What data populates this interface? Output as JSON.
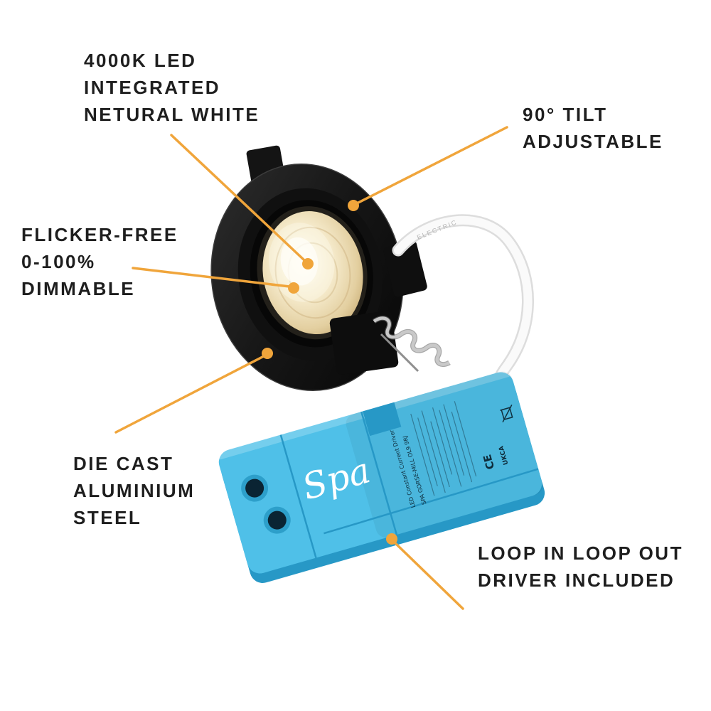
{
  "page": {
    "background": "#FFFFFF"
  },
  "colors": {
    "accent": "#F0A53B",
    "label_text": "#1E1E1E",
    "driver_blue": "#4FC0E8"
  },
  "callouts": [
    {
      "id": "led-cct",
      "lines": [
        "4000K LED",
        "INTEGRATED",
        "NETURAL WHITE"
      ]
    },
    {
      "id": "tilt",
      "lines": [
        "90° TILT",
        "ADJUSTABLE"
      ]
    },
    {
      "id": "dimming",
      "lines": [
        "FLICKER-FREE",
        "0-100%",
        "DIMMABLE"
      ]
    },
    {
      "id": "material",
      "lines": [
        "DIE CAST",
        "ALUMINIUM",
        "STEEL"
      ]
    },
    {
      "id": "driver",
      "lines": [
        "LOOP IN LOOP OUT",
        "DRIVER INCLUDED"
      ]
    }
  ],
  "product": {
    "driver_logo": "Spa",
    "driver_label_line1": "LED Constant Current Driver",
    "driver_label_line2": "SPA GORSE-MILL OL9 9RJ",
    "driver_mark_ce": "CE",
    "driver_mark_ukca": "UKCA",
    "cable_print": "ELECTRIC"
  }
}
